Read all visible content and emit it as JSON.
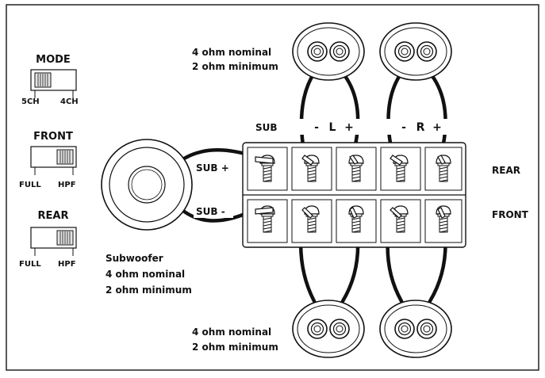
{
  "switches": {
    "mode": {
      "title": "MODE",
      "left": "5CH",
      "right": "4CH"
    },
    "front": {
      "title": "FRONT",
      "left": "FULL",
      "right": "HPF"
    },
    "rear": {
      "title": "REAR",
      "left": "FULL",
      "right": "HPF"
    }
  },
  "speakers": {
    "top_spec_line1": "4 ohm nominal",
    "top_spec_line2": "2 ohm minimum",
    "bottom_spec_line1": "4 ohm nominal",
    "bottom_spec_line2": "2 ohm minimum"
  },
  "subwoofer": {
    "label": "Subwoofer",
    "spec_line1": "4 ohm nominal",
    "spec_line2": "2 ohm minimum",
    "wire_plus": "SUB +",
    "wire_minus": "SUB -"
  },
  "terminal_block": {
    "header_sub": "SUB",
    "left_minus": "-",
    "left_channel": "L",
    "left_plus": "+",
    "right_minus": "-",
    "right_channel": "R",
    "right_plus": "+",
    "row_rear": "REAR",
    "row_front": "FRONT"
  },
  "colors": {
    "line": "#111111",
    "background": "#ffffff",
    "switch_fill": "#e6e6e6"
  }
}
